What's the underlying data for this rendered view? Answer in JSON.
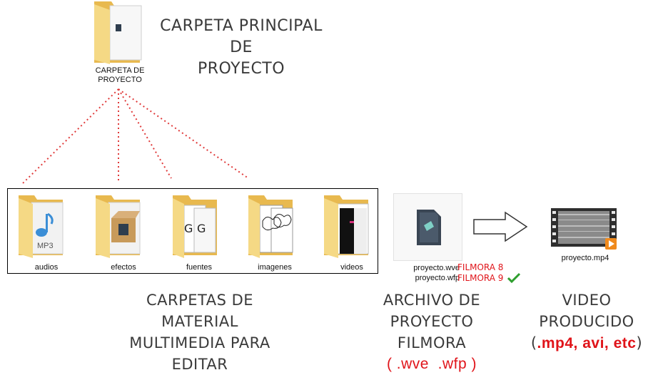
{
  "main_folder": {
    "label_line1": "CARPETA DE",
    "label_line2": "PROYECTO"
  },
  "heading_main": {
    "line1": "CARPETA PRINCIPAL DE",
    "line2": "PROYECTO"
  },
  "subfolders": [
    {
      "label": "audios",
      "icon": "mp3-folder-icon"
    },
    {
      "label": "efectos",
      "icon": "effects-folder-icon"
    },
    {
      "label": "fuentes",
      "icon": "fonts-folder-icon"
    },
    {
      "label": "imagenes",
      "icon": "images-folder-icon"
    },
    {
      "label": "videos",
      "icon": "videos-folder-icon"
    }
  ],
  "caption_multimedia": {
    "line1": "CARPETAS DE MATERIAL",
    "line2": "MULTIMEDIA PARA EDITAR"
  },
  "project_file": {
    "file1": "proyecto.wve",
    "file1_version": "FILMORA 8",
    "file2": "proyecto.wfp",
    "file2_version": "FILMORA 9"
  },
  "caption_project": {
    "line1": "ARCHIVO DE",
    "line2": "PROYECTO FILMORA",
    "line3_part1": "( .wve",
    "line3_part2": ".wfp )"
  },
  "video_file": {
    "label": "proyecto.mp4"
  },
  "caption_video": {
    "line1": "VIDEO PRODUCIDO",
    "line2_open": "(",
    "line2_formats": ".mp4, avi, etc",
    "line2_close": ")"
  },
  "colors": {
    "accent_red": "#e0141a",
    "check_green": "#2e9e2e",
    "folder_yellow": "#f3d37a",
    "connector": "#e03a3a"
  }
}
